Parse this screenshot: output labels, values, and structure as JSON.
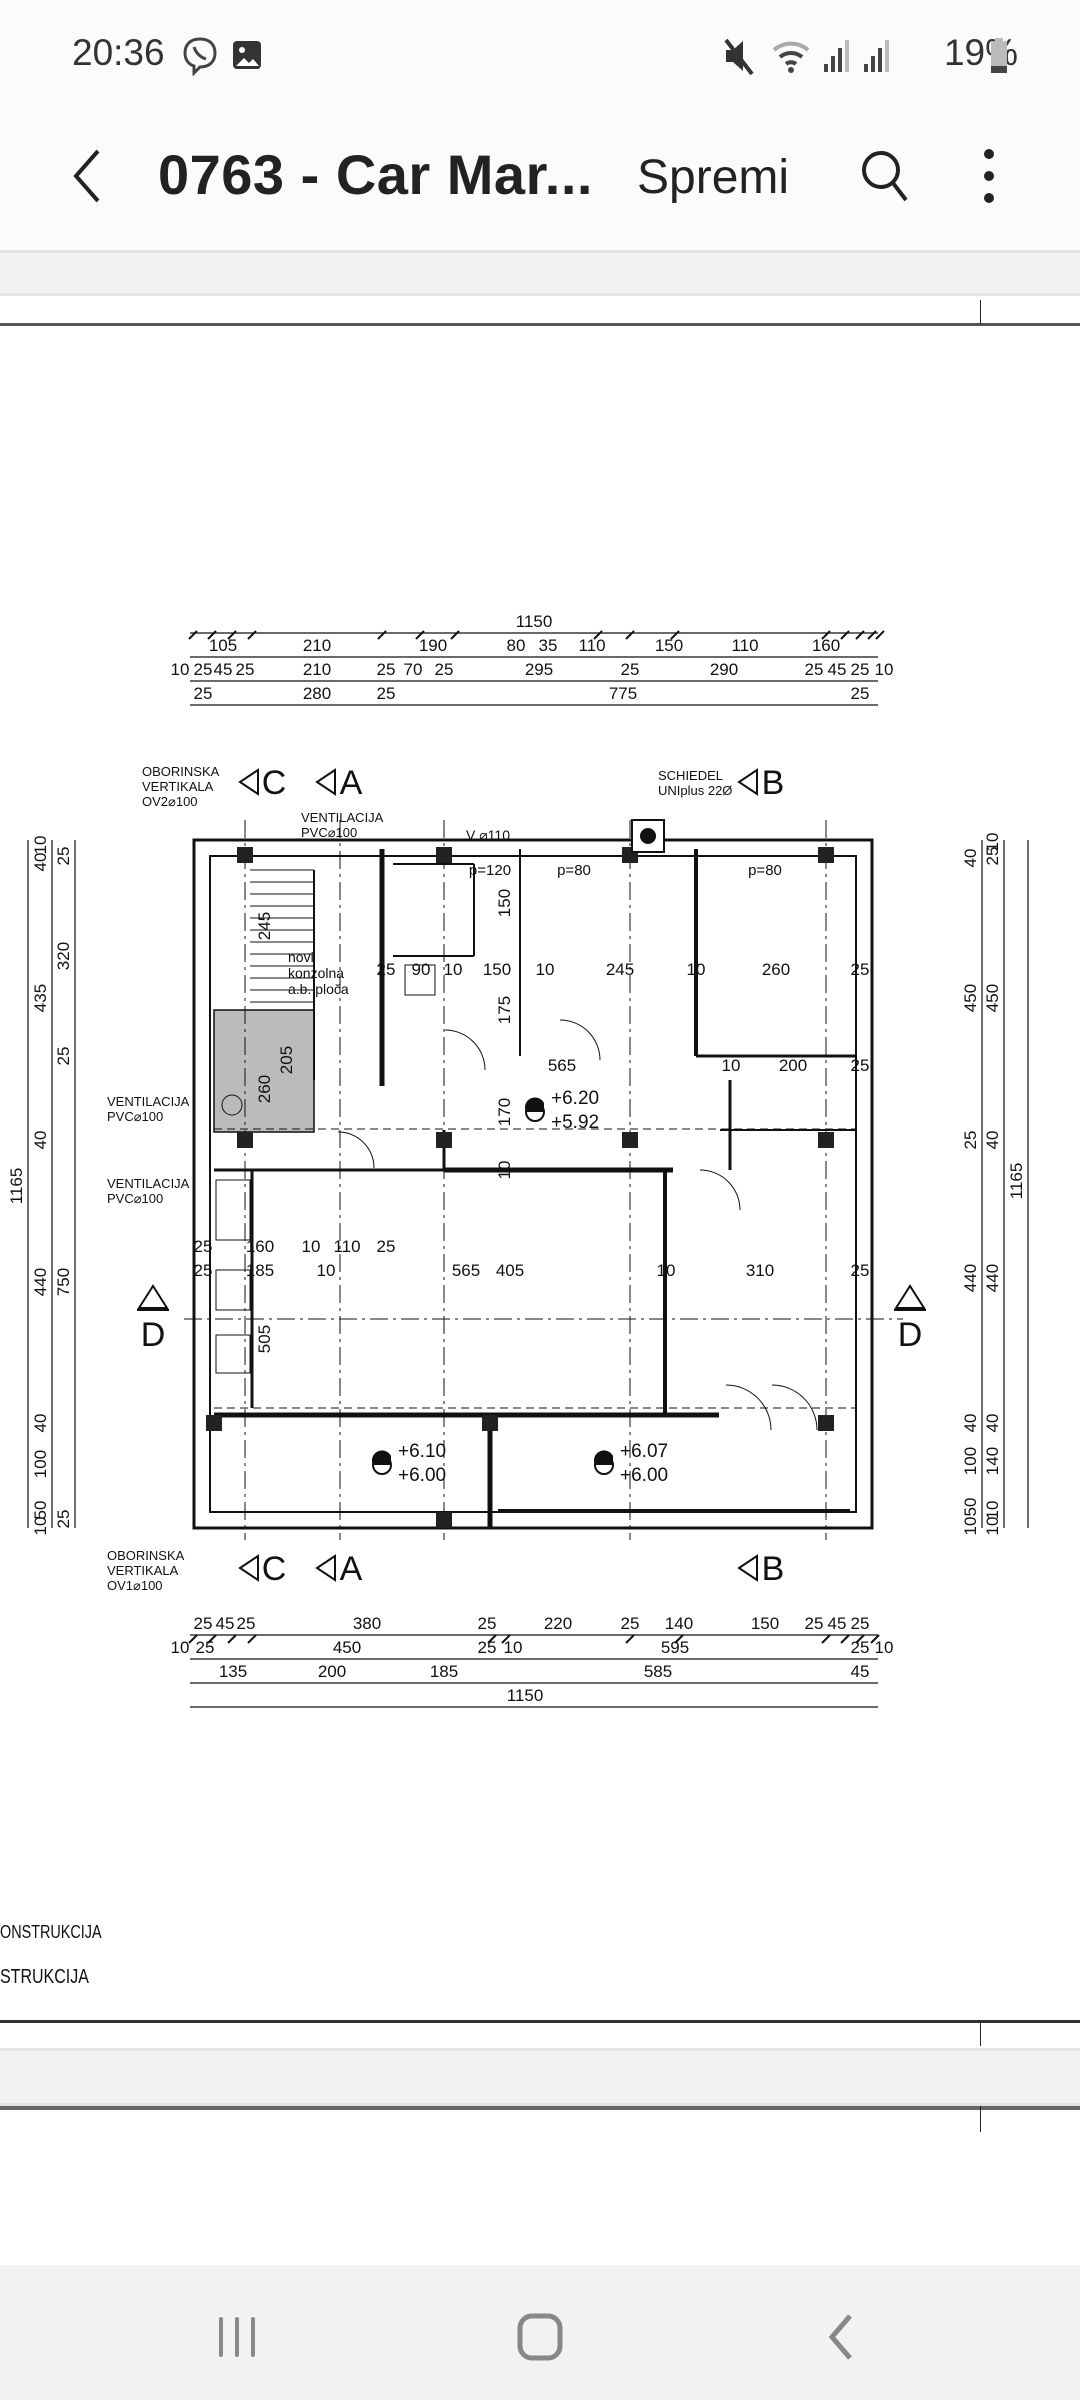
{
  "status_bar": {
    "time": "20:36",
    "battery": "19%",
    "icons": [
      "viber-icon",
      "gallery-icon",
      "mute-icon",
      "wifi-icon",
      "signal-icon",
      "signal-icon",
      "battery-icon"
    ]
  },
  "app_bar": {
    "title": "0763 - Car Mar...",
    "save_label": "Spremi",
    "icons": [
      "back-icon",
      "search-icon",
      "more-icon"
    ]
  },
  "plan": {
    "top_dims": [
      [
        "1150"
      ],
      [
        "105",
        "210",
        "190",
        "80",
        "35",
        "110",
        "150",
        "110",
        "160"
      ],
      [
        "10",
        "25",
        "45",
        "25",
        "210",
        "25",
        "70",
        "25",
        "295",
        "25",
        "290",
        "25",
        "45",
        "25",
        "10"
      ],
      [
        "25",
        "280",
        "25",
        "775",
        "25"
      ]
    ],
    "bottom_dims": [
      [
        "25",
        "45",
        "25",
        "380",
        "25",
        "220",
        "25",
        "140",
        "150",
        "25",
        "45",
        "25"
      ],
      [
        "10",
        "25",
        "450",
        "25",
        "10",
        "595",
        "25",
        "10"
      ],
      [
        "135",
        "200",
        "185",
        "585",
        "45"
      ],
      [
        "1150"
      ]
    ],
    "left_dims": [
      [
        "1165"
      ],
      [
        "10",
        "40",
        "435",
        "40",
        "440",
        "40",
        "100",
        "50",
        "10"
      ],
      [
        "25",
        "320",
        "25",
        "750",
        "25"
      ]
    ],
    "right_dims": [
      [
        "40",
        "450",
        "25",
        "440",
        "40",
        "100",
        "50",
        "10"
      ],
      [
        "10",
        "25",
        "450",
        "40",
        "440",
        "40",
        "140",
        "10",
        "10"
      ],
      [
        "1165"
      ]
    ],
    "interior_dims": [
      "90",
      "10",
      "25",
      "150",
      "10",
      "245",
      "10",
      "260",
      "25",
      "565",
      "10",
      "200",
      "25",
      "160",
      "10",
      "110",
      "25",
      "185",
      "10",
      "565",
      "405",
      "10",
      "310",
      "25",
      "25",
      "25"
    ],
    "interior_dims_vertical": [
      "245",
      "260",
      "205",
      "170",
      "175",
      "150",
      "505",
      "10"
    ],
    "section_marks": {
      "top_left": "C",
      "top_left2": "A",
      "top_right": "B",
      "bottom_left": "C",
      "bottom_left2": "A",
      "bottom_right": "B",
      "left": "D",
      "right": "D"
    },
    "labels": {
      "oborinska_top": [
        "OBORINSKA",
        "VERTIKALA",
        "OV2⌀100"
      ],
      "ventilacija_top": [
        "VENTILACIJA",
        "PVC⌀100"
      ],
      "schiedel": [
        "SCHIEDEL",
        "UNIplus 22Ø"
      ],
      "ventilacija_left1": [
        "VENTILACIJA",
        "PVC⌀100"
      ],
      "ventilacija_left2": [
        "VENTILACIJA",
        "PVC⌀100"
      ],
      "oborinska_bottom": [
        "OBORINSKA",
        "VERTIKALA",
        "OV1⌀100"
      ],
      "konzola": [
        "novi",
        "konzolna",
        "a.b. ploča"
      ],
      "vent_pipe": "V ⌀110",
      "parapets": [
        "p=120",
        "p=80",
        "p=80"
      ]
    },
    "elevations": [
      [
        "+6.20",
        "+5.92"
      ],
      [
        "+6.10",
        "+6.00"
      ],
      [
        "+6.07",
        "+6.00"
      ]
    ]
  },
  "legend_fragments": [
    "ONSTRUKCIJA",
    "STRUKCIJA"
  ]
}
